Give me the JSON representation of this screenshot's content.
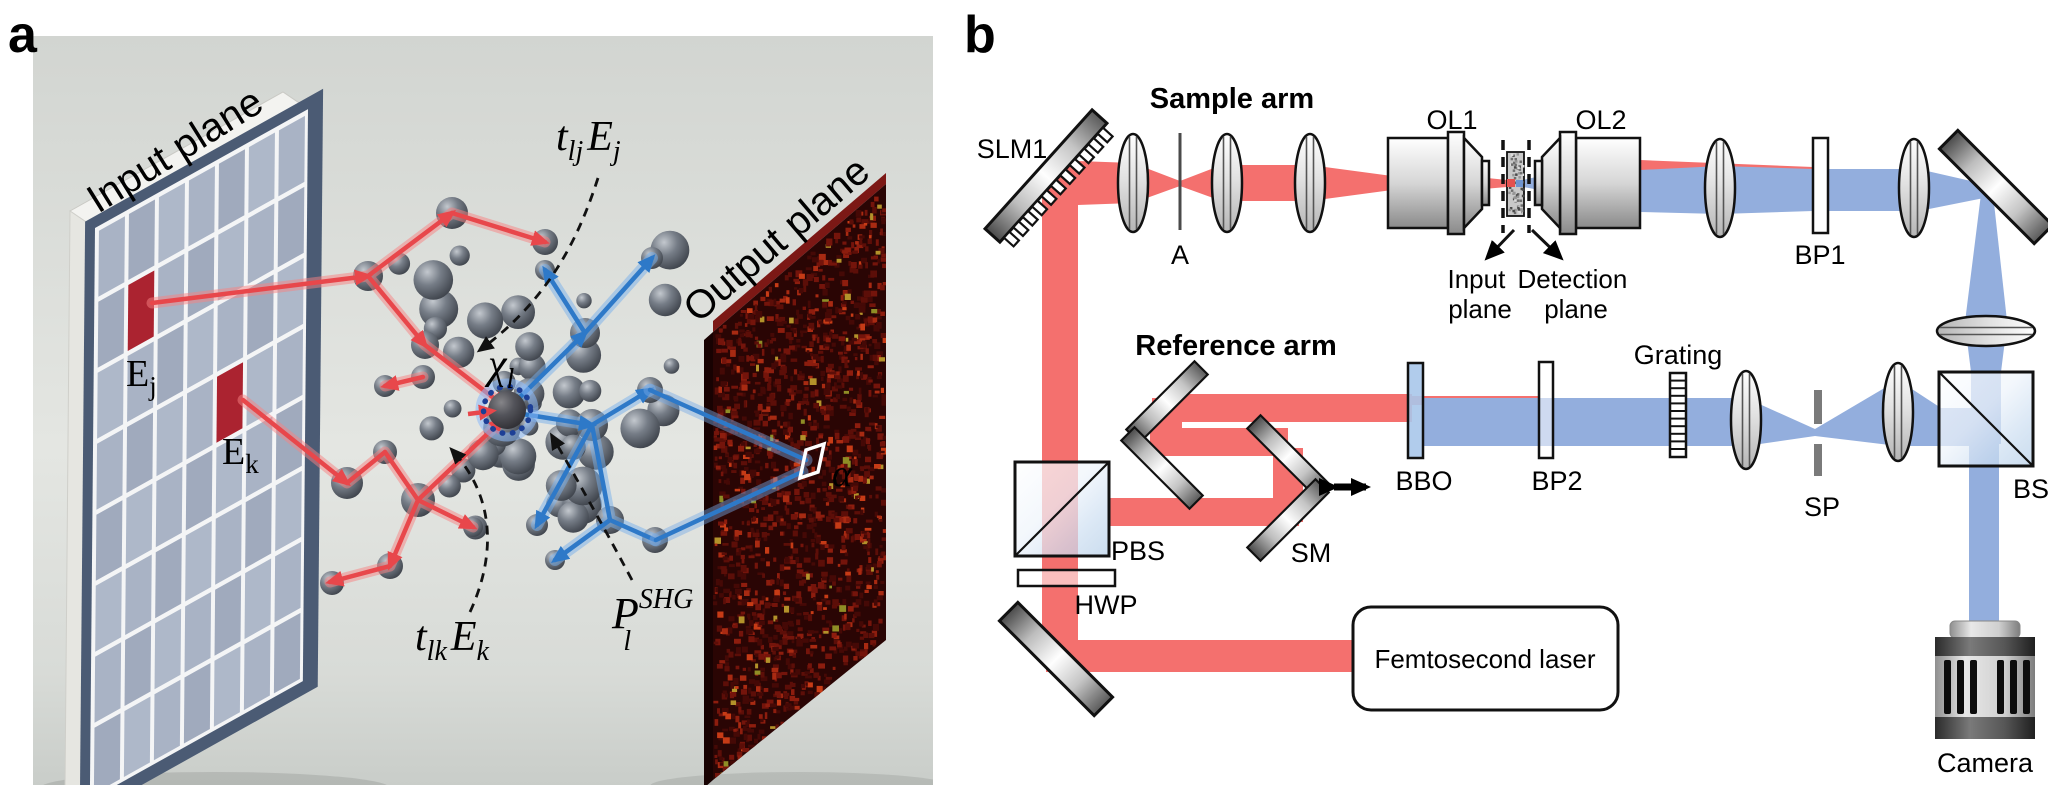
{
  "figure": {
    "panel_a_letter": "a",
    "panel_b_letter": "b"
  },
  "panel_a": {
    "input_plane": "Input plane",
    "output_plane": "Output plane",
    "e_j": {
      "base": "E",
      "sub": "j"
    },
    "e_k": {
      "base": "E",
      "sub": "k"
    },
    "t_lj_ej": {
      "t": "t",
      "tsub": "lj",
      "e": "E",
      "esub": "j"
    },
    "t_lk_ek": {
      "t": "t",
      "tsub": "lk",
      "e": "E",
      "esub": "k"
    },
    "chi_l": {
      "base": "χ",
      "sub": "l"
    },
    "p_l_shg": {
      "base": "P",
      "sup": "SHG",
      "sub": "l"
    },
    "alpha": "α"
  },
  "panel_b": {
    "sample_arm": "Sample arm",
    "reference_arm": "Reference arm",
    "slm1": "SLM1",
    "aperture": "A",
    "ol1": "OL1",
    "ol2": "OL2",
    "input_plane_lines": [
      "Input",
      "plane"
    ],
    "detection_plane_lines": [
      "Detection",
      "plane"
    ],
    "bp1": "BP1",
    "bp2": "BP2",
    "bbo": "BBO",
    "sm": "SM",
    "pbs": "PBS",
    "hwp": "HWP",
    "laser": "Femtosecond laser",
    "grating": "Grating",
    "sp": "SP",
    "bs": "BS",
    "camera": "Camera"
  },
  "colors": {
    "red_beam": "#f4706e",
    "blue_beam": "#93aedd",
    "red_path": "#e8474b",
    "red_glow": "rgba(248,130,130,0.5)",
    "blue_path": "#2e79c8",
    "blue_glow": "rgba(120,175,235,0.5)",
    "ring_dots": "#1d3f96",
    "panel_bg_mid": "#e3e5e1"
  },
  "gen": {
    "filler_spheres": 46,
    "speckle_count": 1600,
    "sample_noise": 70
  }
}
